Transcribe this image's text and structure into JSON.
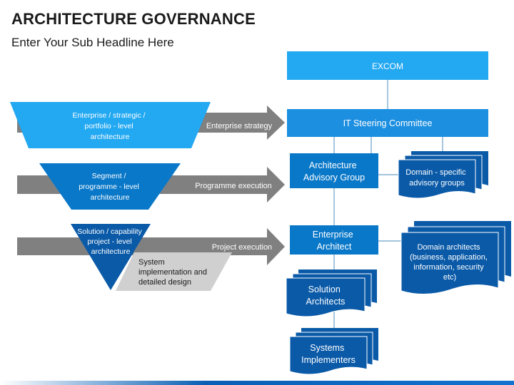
{
  "title": "ARCHITECTURE GOVERNANCE",
  "subtitle": "Enter Your Sub Headline Here",
  "funnel": {
    "level1": [
      "Enterprise / strategic /",
      "portfolio - level",
      "architecture"
    ],
    "level2": [
      "Segment /",
      "programme - level",
      "architecture"
    ],
    "level3": [
      "Solution / capability",
      "project - level",
      "architecture"
    ],
    "system": [
      "System",
      "implementation and",
      "detailed design"
    ]
  },
  "arrows": {
    "a1": "Enterprise strategy",
    "a2": "Programme execution",
    "a3": "Project execution"
  },
  "boxes": {
    "excom": "EXCOM",
    "itsc": "IT Steering Committee",
    "aag": [
      "Architecture",
      "Advisory Group"
    ],
    "ea": [
      "Enterprise",
      "Architect"
    ],
    "dsag": [
      "Domain - specific",
      "advisory groups"
    ],
    "da": [
      "Domain architects",
      "(business, application,",
      "information, security",
      "etc)"
    ],
    "sa": [
      "Solution",
      "Architects"
    ],
    "si": [
      "Systems",
      "Implementers"
    ]
  },
  "colors": {
    "light_blue": "#23a8f2",
    "mid_blue": "#0a78c8",
    "dark_blue": "#0a5aa8",
    "gray": "#808080",
    "light_gray": "#d0d0d0",
    "line": "#6aa0c8"
  }
}
